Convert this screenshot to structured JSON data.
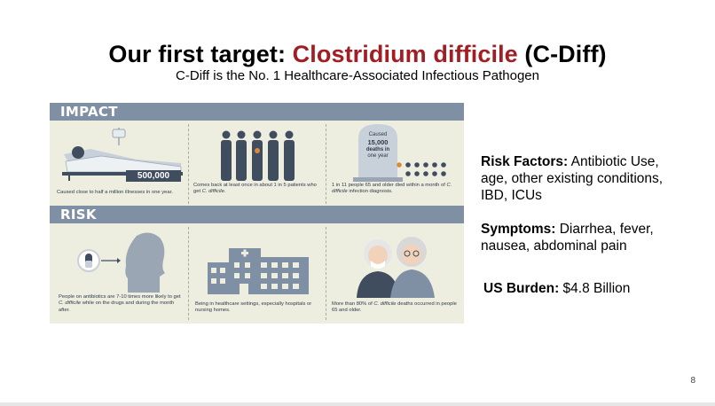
{
  "slide": {
    "title_prefix": "Our first target: ",
    "title_accent": "Clostridium difficile",
    "title_suffix": " (C-Diff)",
    "subtitle": "C-Diff is the No. 1 Healthcare-Associated Infectious Pathogen",
    "page_number": "8"
  },
  "infographic": {
    "impact_header": "IMPACT",
    "risk_header": "RISK",
    "impact_stat": "500,000",
    "impact_caption1": "Caused close to half a million illnesses in one year.",
    "impact_caption2a": "Comes back at least once in about 1 in 5 patients who get ",
    "impact_caption2b": "C. difficile",
    "impact_caption2c": ".",
    "impact_caption3a": "1 in 11 people 65 and older died within a month of ",
    "impact_caption3b": "C. difficile",
    "impact_caption3c": " infection diagnosis.",
    "gravestone_line1": "Caused",
    "gravestone_line2": "15,000",
    "gravestone_line3": "deaths in",
    "gravestone_line4": "one year",
    "risk_caption1a": "People on antibiotics are 7-10 times more likely to get ",
    "risk_caption1b": "C. difficile",
    "risk_caption1c": " while on the drugs and during the month after.",
    "risk_caption2": "Being in healthcare settings, especially hospitals or nursing homes.",
    "risk_caption3a": "More than 80% of ",
    "risk_caption3b": "C. difficile",
    "risk_caption3c": " deaths occurred in people 65 and older.",
    "colors": {
      "band": "#8090a4",
      "background": "#eeeee0",
      "figure": "#3f4d5f",
      "highlight": "#d9893a"
    }
  },
  "facts": {
    "risk_label": "Risk Factors:",
    "risk_text_1": " Antibiotic Use,",
    "risk_text_2": "age, other existing conditions,",
    "risk_text_3": "IBD, ICUs",
    "symptoms_label": "Symptoms:",
    "symptoms_text_1": " Diarrhea, fever,",
    "symptoms_text_2": "nausea, abdominal pain",
    "burden_label": "US Burden:",
    "burden_text": " $4.8 Billion"
  },
  "colors": {
    "title_accent": "#a31e22"
  }
}
